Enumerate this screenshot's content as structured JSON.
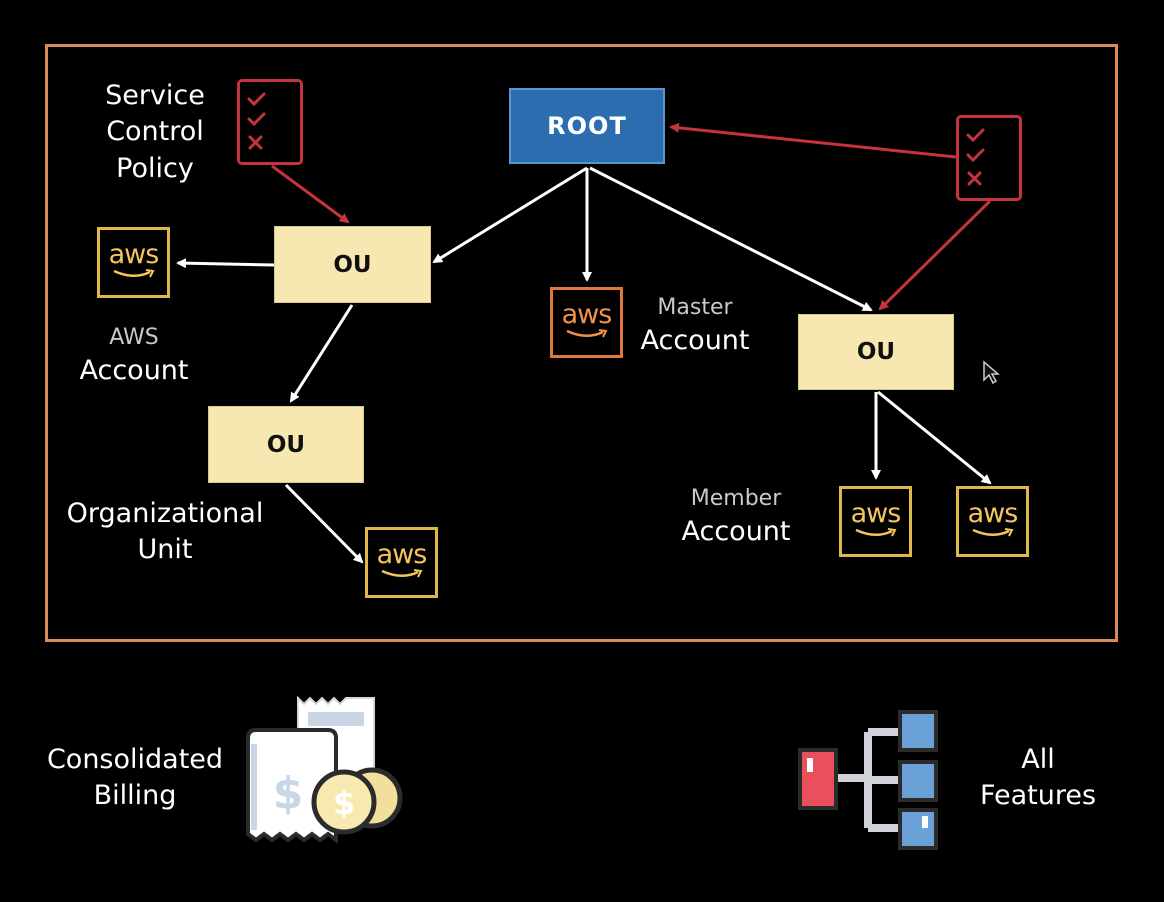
{
  "diagram": {
    "root_label": "ROOT",
    "ou_label": "OU",
    "aws_logo_text": "aws",
    "labels": {
      "service_control_policy": [
        "Service",
        "Control",
        "Policy"
      ],
      "aws_account": {
        "small": "AWS",
        "big": "Account"
      },
      "master_account": {
        "small": "Master",
        "big": "Account"
      },
      "member_account": {
        "small": "Member",
        "big": "Account"
      },
      "organizational_unit": [
        "Organizational",
        "Unit"
      ]
    }
  },
  "features": {
    "consolidated_billing": [
      "Consolidated",
      "Billing"
    ],
    "all_features": [
      "All",
      "Features"
    ]
  },
  "colors": {
    "frame": "#d9895a",
    "root": "#2c6db0",
    "ou": "#f7e7b0",
    "policy": "#c5343c",
    "aws_logo": "#f4c55b",
    "aws_logo_master": "#f0924a"
  },
  "icons": {
    "policy": "checklist-icon",
    "billing": "receipt-coins-icon",
    "features": "tree-hierarchy-icon",
    "cursor": "mouse-pointer-icon"
  }
}
